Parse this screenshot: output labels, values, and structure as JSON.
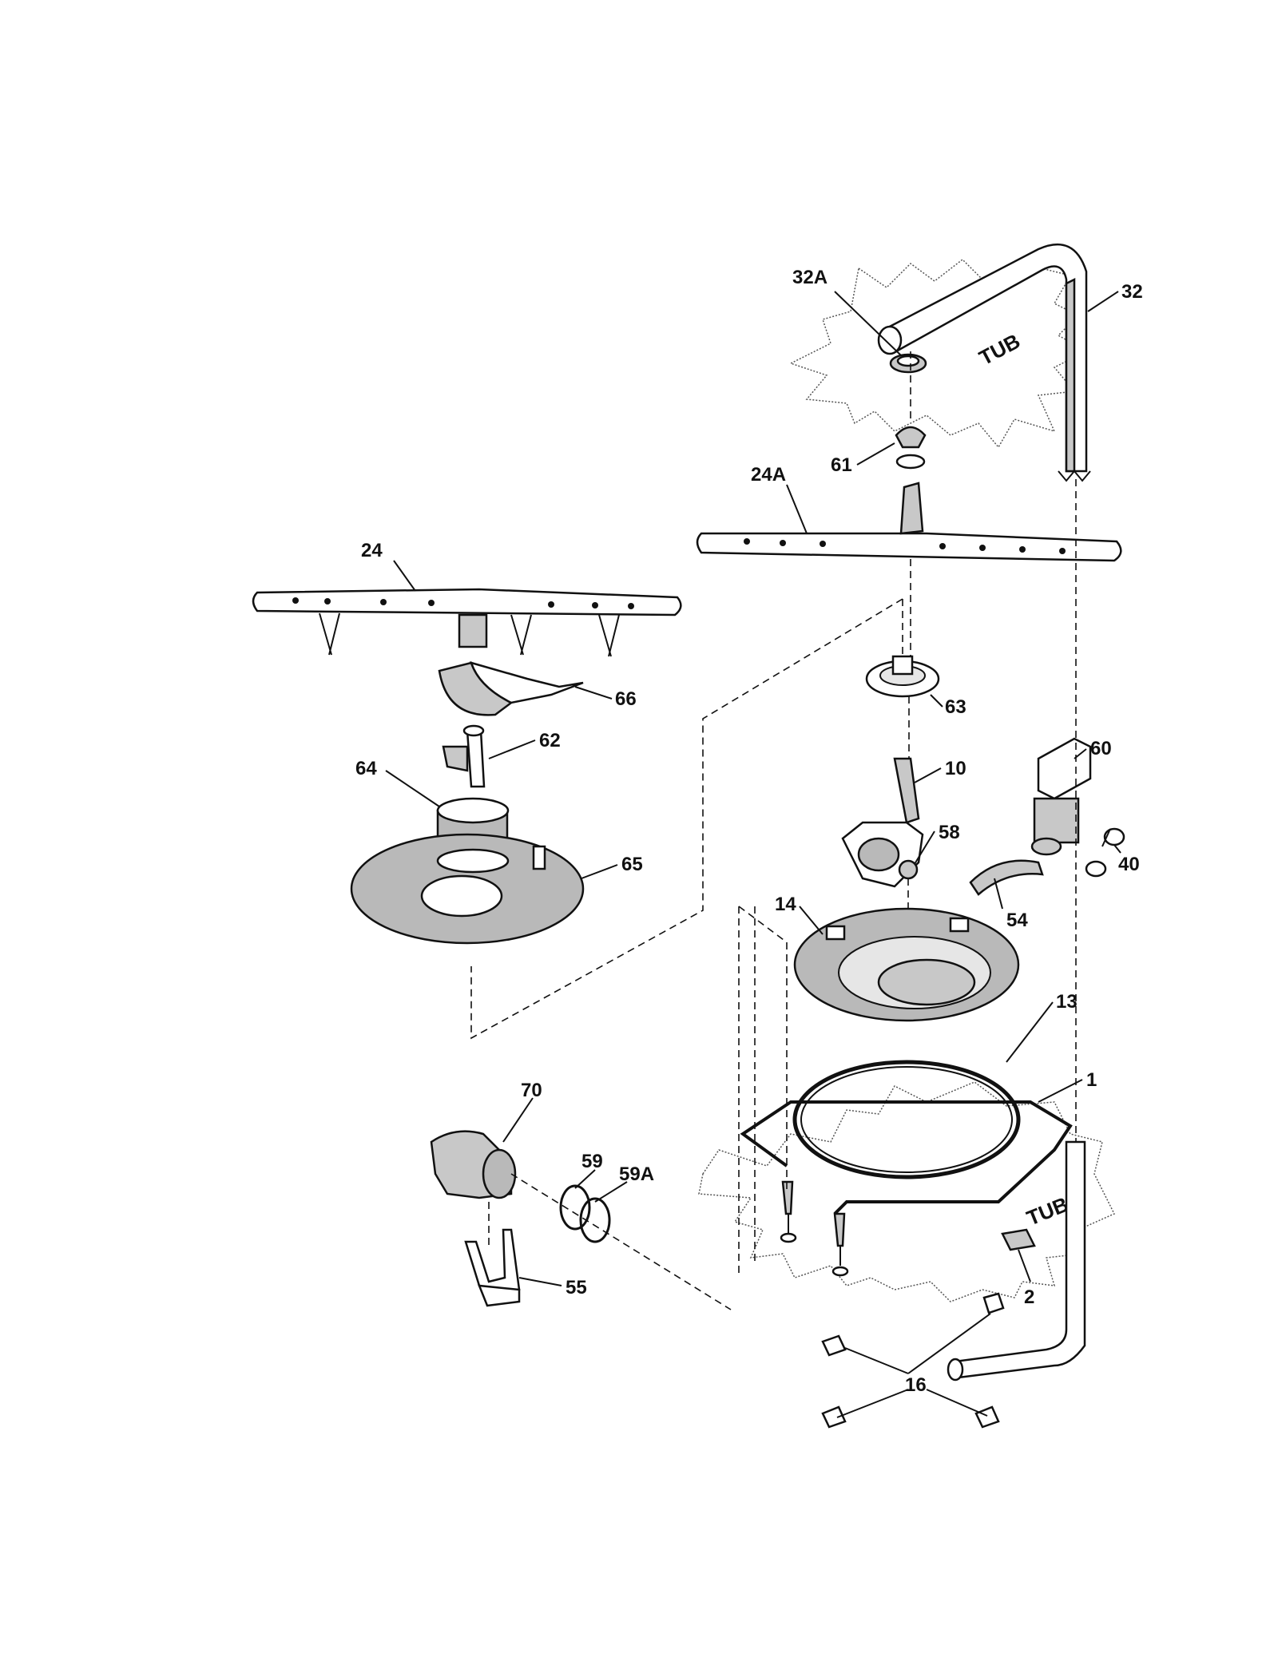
{
  "diagram": {
    "tub_labels": [
      "TUB",
      "TUB"
    ],
    "parts": [
      {
        "id": "p32A",
        "label": "32A"
      },
      {
        "id": "p32",
        "label": "32"
      },
      {
        "id": "p61",
        "label": "61"
      },
      {
        "id": "p24A",
        "label": "24A"
      },
      {
        "id": "p24",
        "label": "24"
      },
      {
        "id": "p66",
        "label": "66"
      },
      {
        "id": "p63",
        "label": "63"
      },
      {
        "id": "p62",
        "label": "62"
      },
      {
        "id": "p64",
        "label": "64"
      },
      {
        "id": "p10",
        "label": "10"
      },
      {
        "id": "p60",
        "label": "60"
      },
      {
        "id": "p58",
        "label": "58"
      },
      {
        "id": "p40",
        "label": "40"
      },
      {
        "id": "p65",
        "label": "65"
      },
      {
        "id": "p14",
        "label": "14"
      },
      {
        "id": "p54",
        "label": "54"
      },
      {
        "id": "p13",
        "label": "13"
      },
      {
        "id": "p1",
        "label": "1"
      },
      {
        "id": "p70",
        "label": "70"
      },
      {
        "id": "p59",
        "label": "59"
      },
      {
        "id": "p59A",
        "label": "59A"
      },
      {
        "id": "p2",
        "label": "2"
      },
      {
        "id": "p55",
        "label": "55"
      },
      {
        "id": "p16",
        "label": "16"
      }
    ]
  }
}
